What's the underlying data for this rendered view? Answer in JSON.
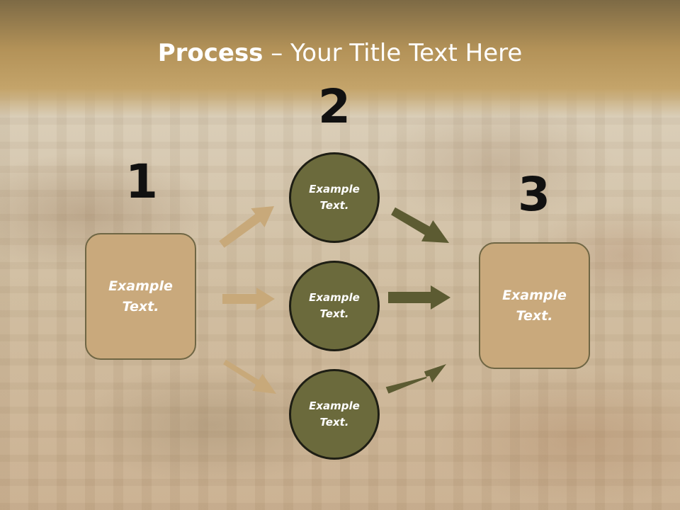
{
  "title": {
    "bold": "Process",
    "rest": " – Your Title Text Here"
  },
  "steps": [
    {
      "number": "1",
      "text": "Example\nText."
    },
    {
      "number": "2",
      "items": [
        "Example\nText.",
        "Example\nText.",
        "Example\nText."
      ]
    },
    {
      "number": "3",
      "text": "Example\nText."
    }
  ],
  "colors": {
    "box_fill": "#c9a97c",
    "box_border": "#6f6644",
    "circle_fill": "#6b6a3c",
    "left_arrows": "#c8a97a",
    "right_arrows": "#5c5b32",
    "title_text": "#ffffff",
    "number_text": "#111111"
  }
}
